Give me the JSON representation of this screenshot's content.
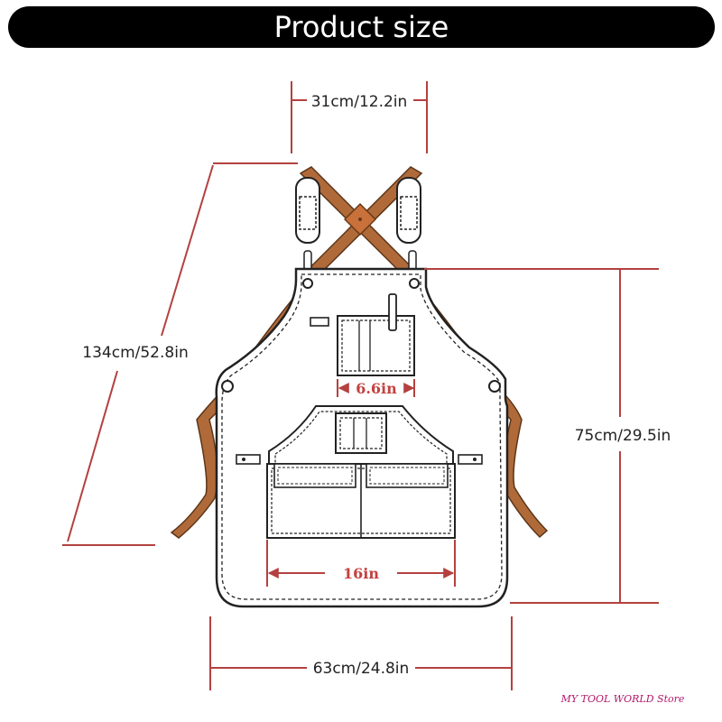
{
  "header": {
    "title": "Product size"
  },
  "dimensions": {
    "strap_spacing": "31cm/12.2in",
    "total_length": "134cm/52.8in",
    "body_length": "75cm/29.5in",
    "width": "63cm/24.8in",
    "chest_pocket": "6.6in",
    "front_pocket": "16in"
  },
  "footer": {
    "store": "MY TOOL WORLD Store"
  },
  "colors": {
    "dimension_line": "#b3413f",
    "strap": "#b06a3a",
    "outline": "#222222",
    "banner": "#000000"
  }
}
